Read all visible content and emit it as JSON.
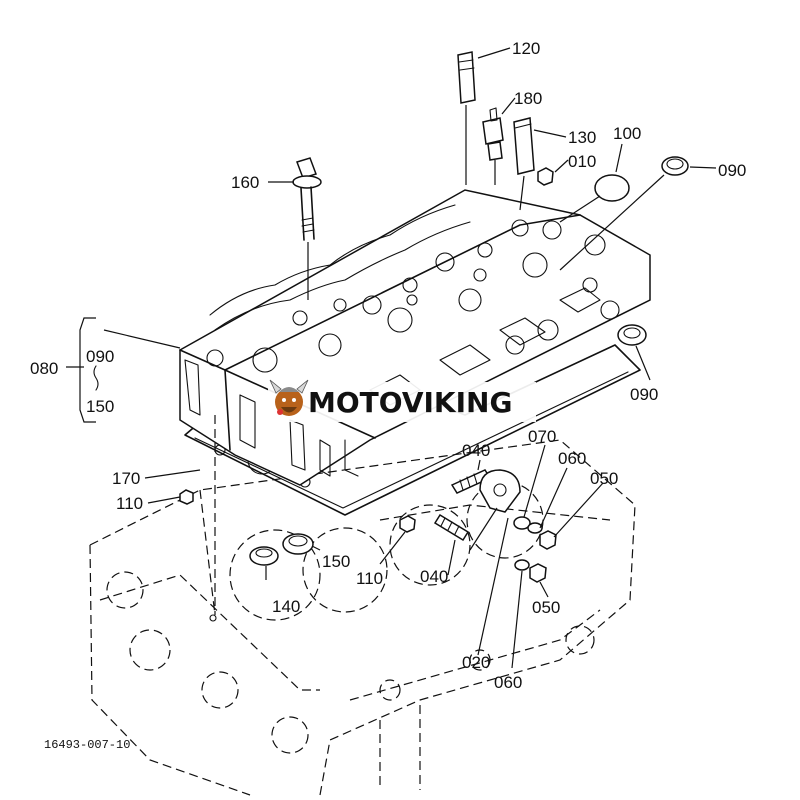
{
  "watermark": {
    "brand": "MOTOVIKING"
  },
  "figure_number": "16493-007-10",
  "callouts": {
    "c120": "120",
    "c180": "180",
    "c130": "130",
    "c100": "100",
    "c010": "010",
    "c090a": "090",
    "c160": "160",
    "c080": "080",
    "c090b": "090",
    "c150a": "150",
    "c090c": "090",
    "c040a": "040",
    "c070": "070",
    "c060a": "060",
    "c050a": "050",
    "c170": "170",
    "c110a": "110",
    "c150b": "150",
    "c110b": "110",
    "c040b": "040",
    "c050b": "050",
    "c140": "140",
    "c020": "020",
    "c060b": "060"
  }
}
